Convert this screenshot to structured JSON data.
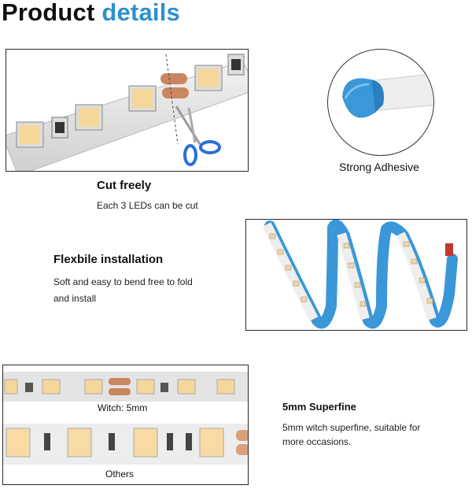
{
  "header": {
    "title_part1": "Product",
    "title_part2": "details",
    "accent_color": "#2f8fd0"
  },
  "cut": {
    "title": "Cut freely",
    "subtitle": "Each 3 LEDs can be cut",
    "icon": "scissors-icon"
  },
  "adhesive": {
    "label": "Strong Adhesive"
  },
  "flexible": {
    "title": "Flexbile installation",
    "line1": "Soft and easy to bend free to fold",
    "line2": "and install"
  },
  "width": {
    "witch_label": "Witch: 5mm",
    "others_label": "Others"
  },
  "superfine": {
    "title": "5mm Superfine",
    "line1": "5mm witch superfine, suitable for",
    "line2": "more occasions."
  },
  "colors": {
    "led_yellow": "#f5d79a",
    "copper_pad": "#c9865f",
    "blue_tape": "#3a97d8"
  }
}
